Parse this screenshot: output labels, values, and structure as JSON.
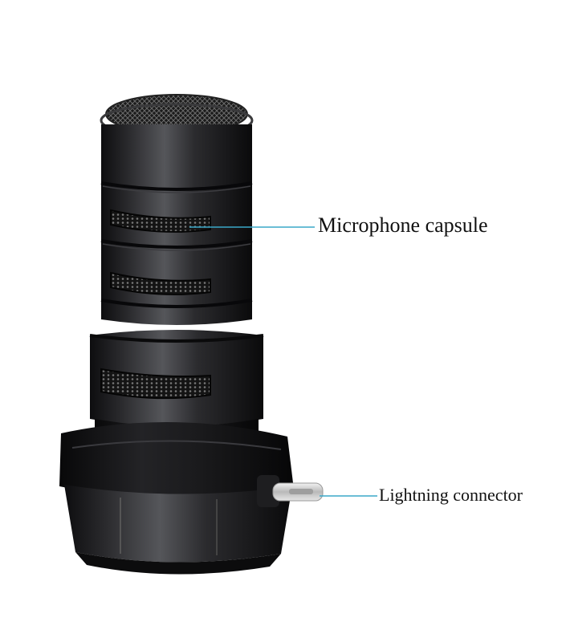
{
  "callouts": {
    "capsule": "Microphone capsule",
    "connector": "Lightning connector"
  },
  "colors": {
    "background": "#ffffff",
    "body": "#1c1c1e",
    "callout_line": "#3aa8c8",
    "label_text": "#111111"
  },
  "icons": {
    "product": "smartphone-microphone-photo"
  }
}
